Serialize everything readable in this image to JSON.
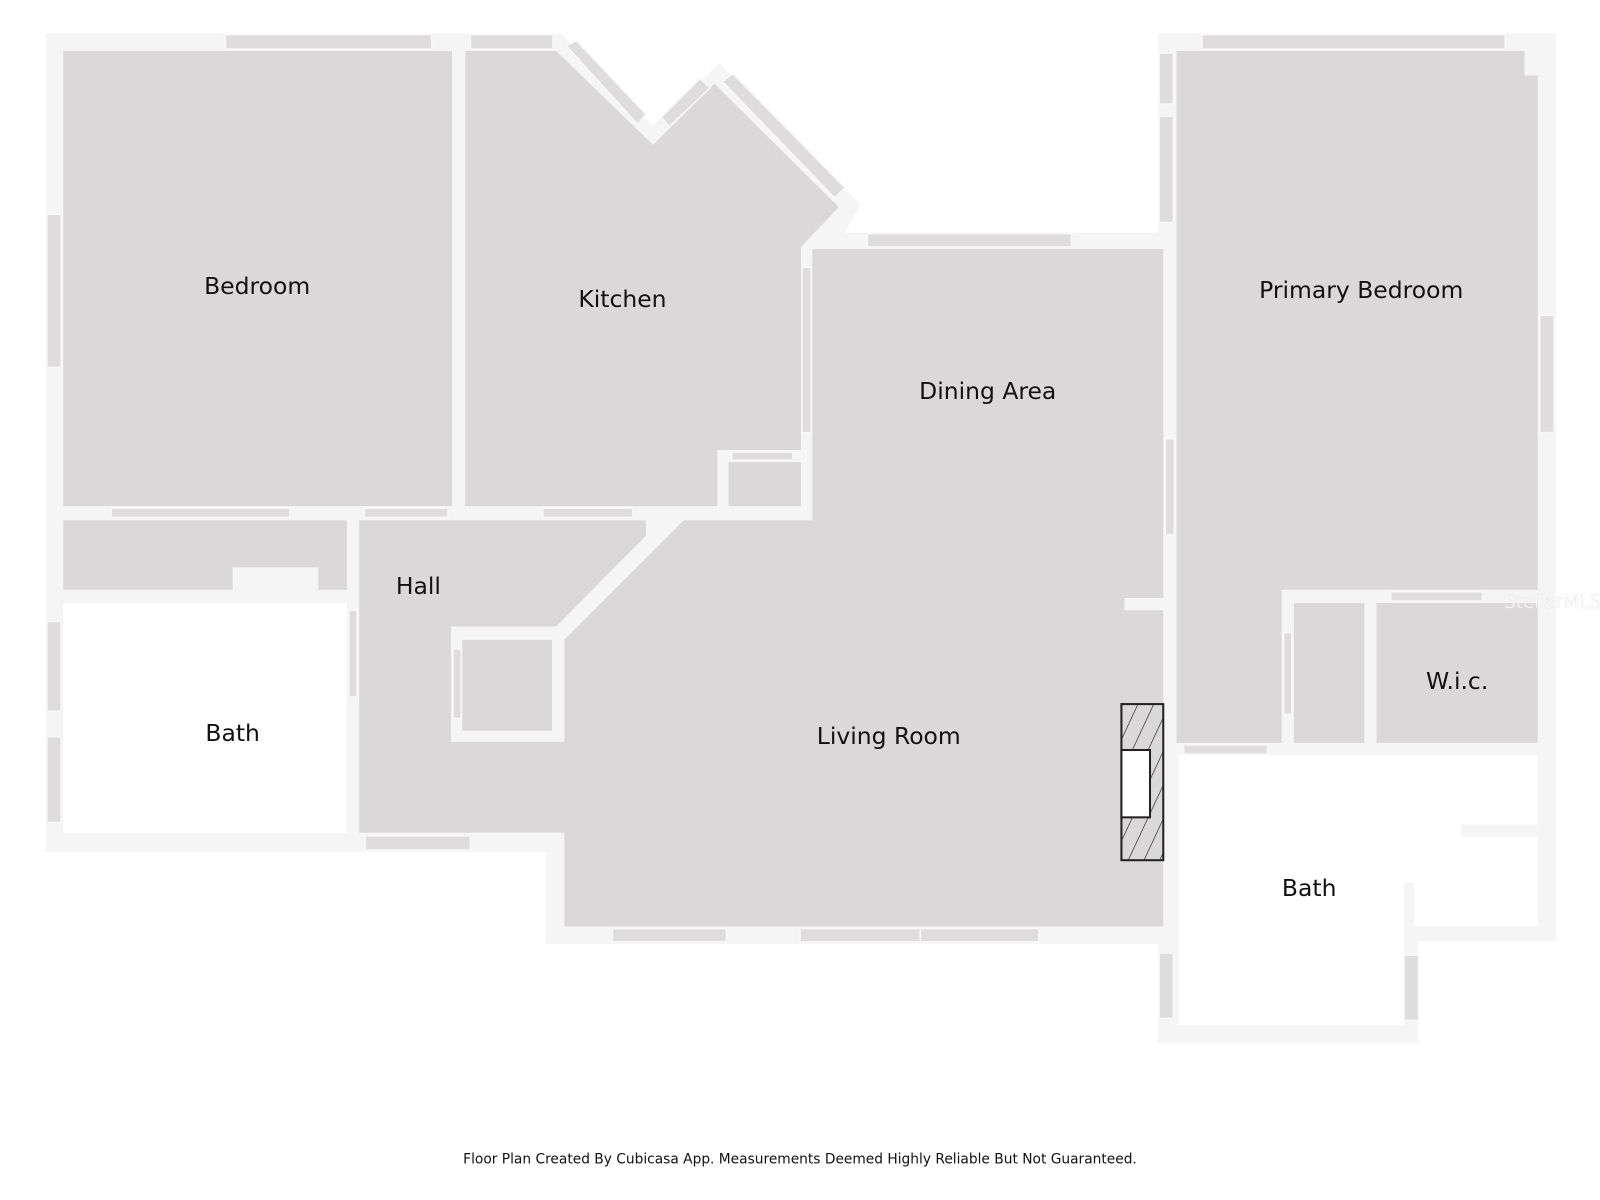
{
  "rooms": {
    "bedroom": "Bedroom",
    "kitchen": "Kitchen",
    "dining": "Dining Area",
    "primary_bedroom": "Primary Bedroom",
    "hall": "Hall",
    "bath_left": "Bath",
    "living": "Living Room",
    "wic": "W.i.c.",
    "bath_right": "Bath"
  },
  "watermark": "StellarMLS",
  "footer": "Floor Plan Created By Cubicasa App. Measurements Deemed Highly Reliable But Not Guaranteed.",
  "colors": {
    "room": "#dbd8d9",
    "wall": "#f5f5f5"
  }
}
